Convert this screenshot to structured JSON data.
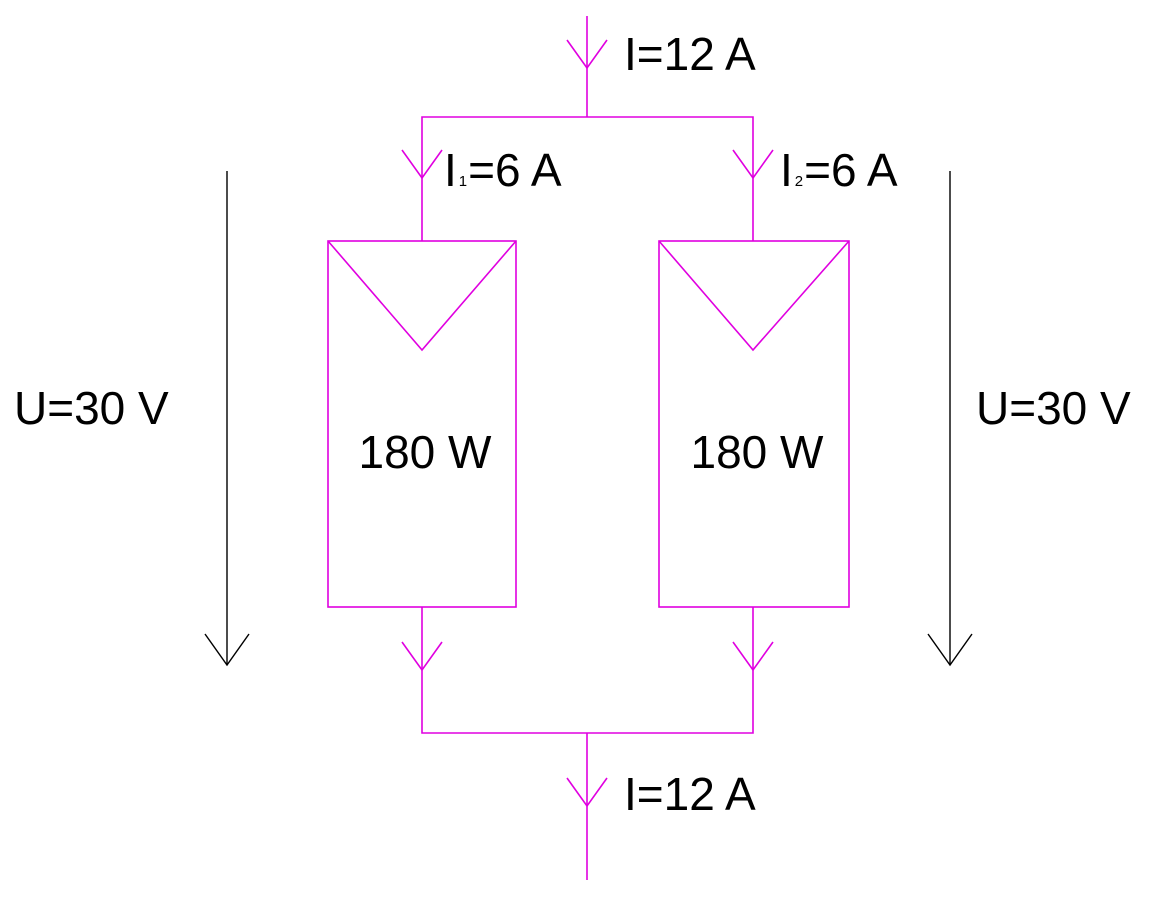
{
  "colors": {
    "wire": "#e000e0",
    "text": "#000000"
  },
  "labels": {
    "top_current": "I=12 A",
    "bottom_current": "I=12 A",
    "branch1_current": {
      "symbol": "I",
      "sub": "1",
      "value": "=6 A"
    },
    "branch2_current": {
      "symbol": "I",
      "sub": "2",
      "value": "=6 A"
    },
    "left_voltage": "U=30 V",
    "right_voltage": "U=30 V"
  },
  "panels": [
    {
      "power": "180 W"
    },
    {
      "power": "180 W"
    }
  ]
}
